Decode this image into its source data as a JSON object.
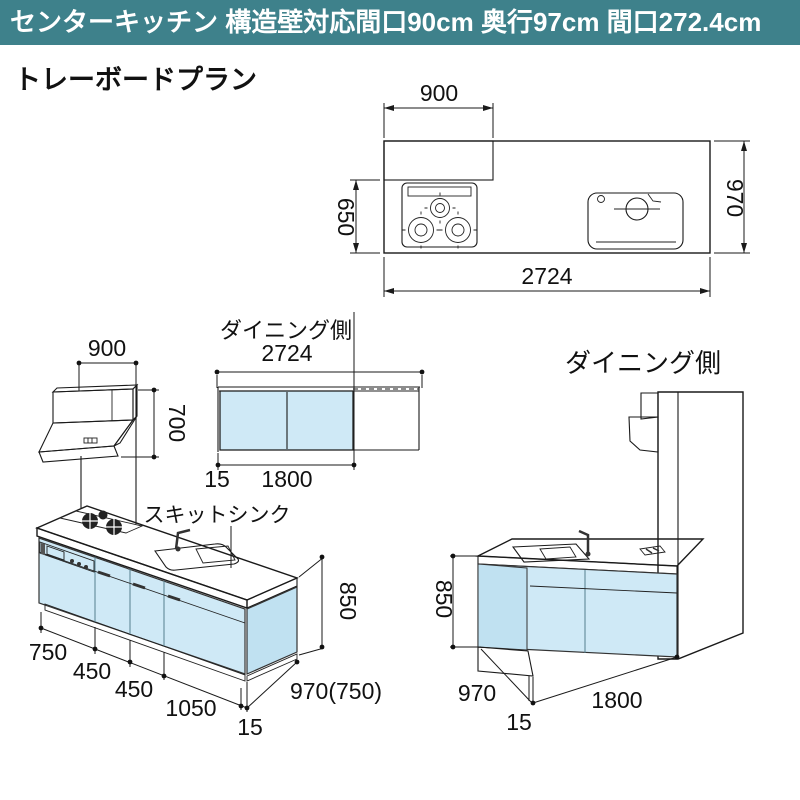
{
  "header": {
    "title": "センターキッチン 構造壁対応間口90cm 奥行97cm 間口272.4cm"
  },
  "subtitle": "トレーボードプラン",
  "colors": {
    "header_bg": "#3e818b",
    "cabinet_blue": "#cfe9f6",
    "cabinet_blue_side": "#c0e1f1",
    "hood_gray": "#ececec",
    "line": "#1a1a1a"
  },
  "plan_view": {
    "dim_top": "900",
    "dim_left": "650",
    "dim_right": "970",
    "dim_bottom": "2724"
  },
  "hood": {
    "dim_width": "900",
    "dim_height": "700"
  },
  "wall_cabinet": {
    "title": "ダイニング側",
    "dim_total": "2724",
    "dim_offset": "15",
    "dim_width": "1800"
  },
  "front_view": {
    "sink_label": "スキットシンク",
    "segments": [
      "750",
      "450",
      "450",
      "1050"
    ],
    "dim_offset": "15",
    "dim_height": "850",
    "dim_depth": "970(750)"
  },
  "dining_view": {
    "title": "ダイニング側",
    "dim_height": "850",
    "dim_depth": "970",
    "dim_offset": "15",
    "dim_width": "1800"
  }
}
